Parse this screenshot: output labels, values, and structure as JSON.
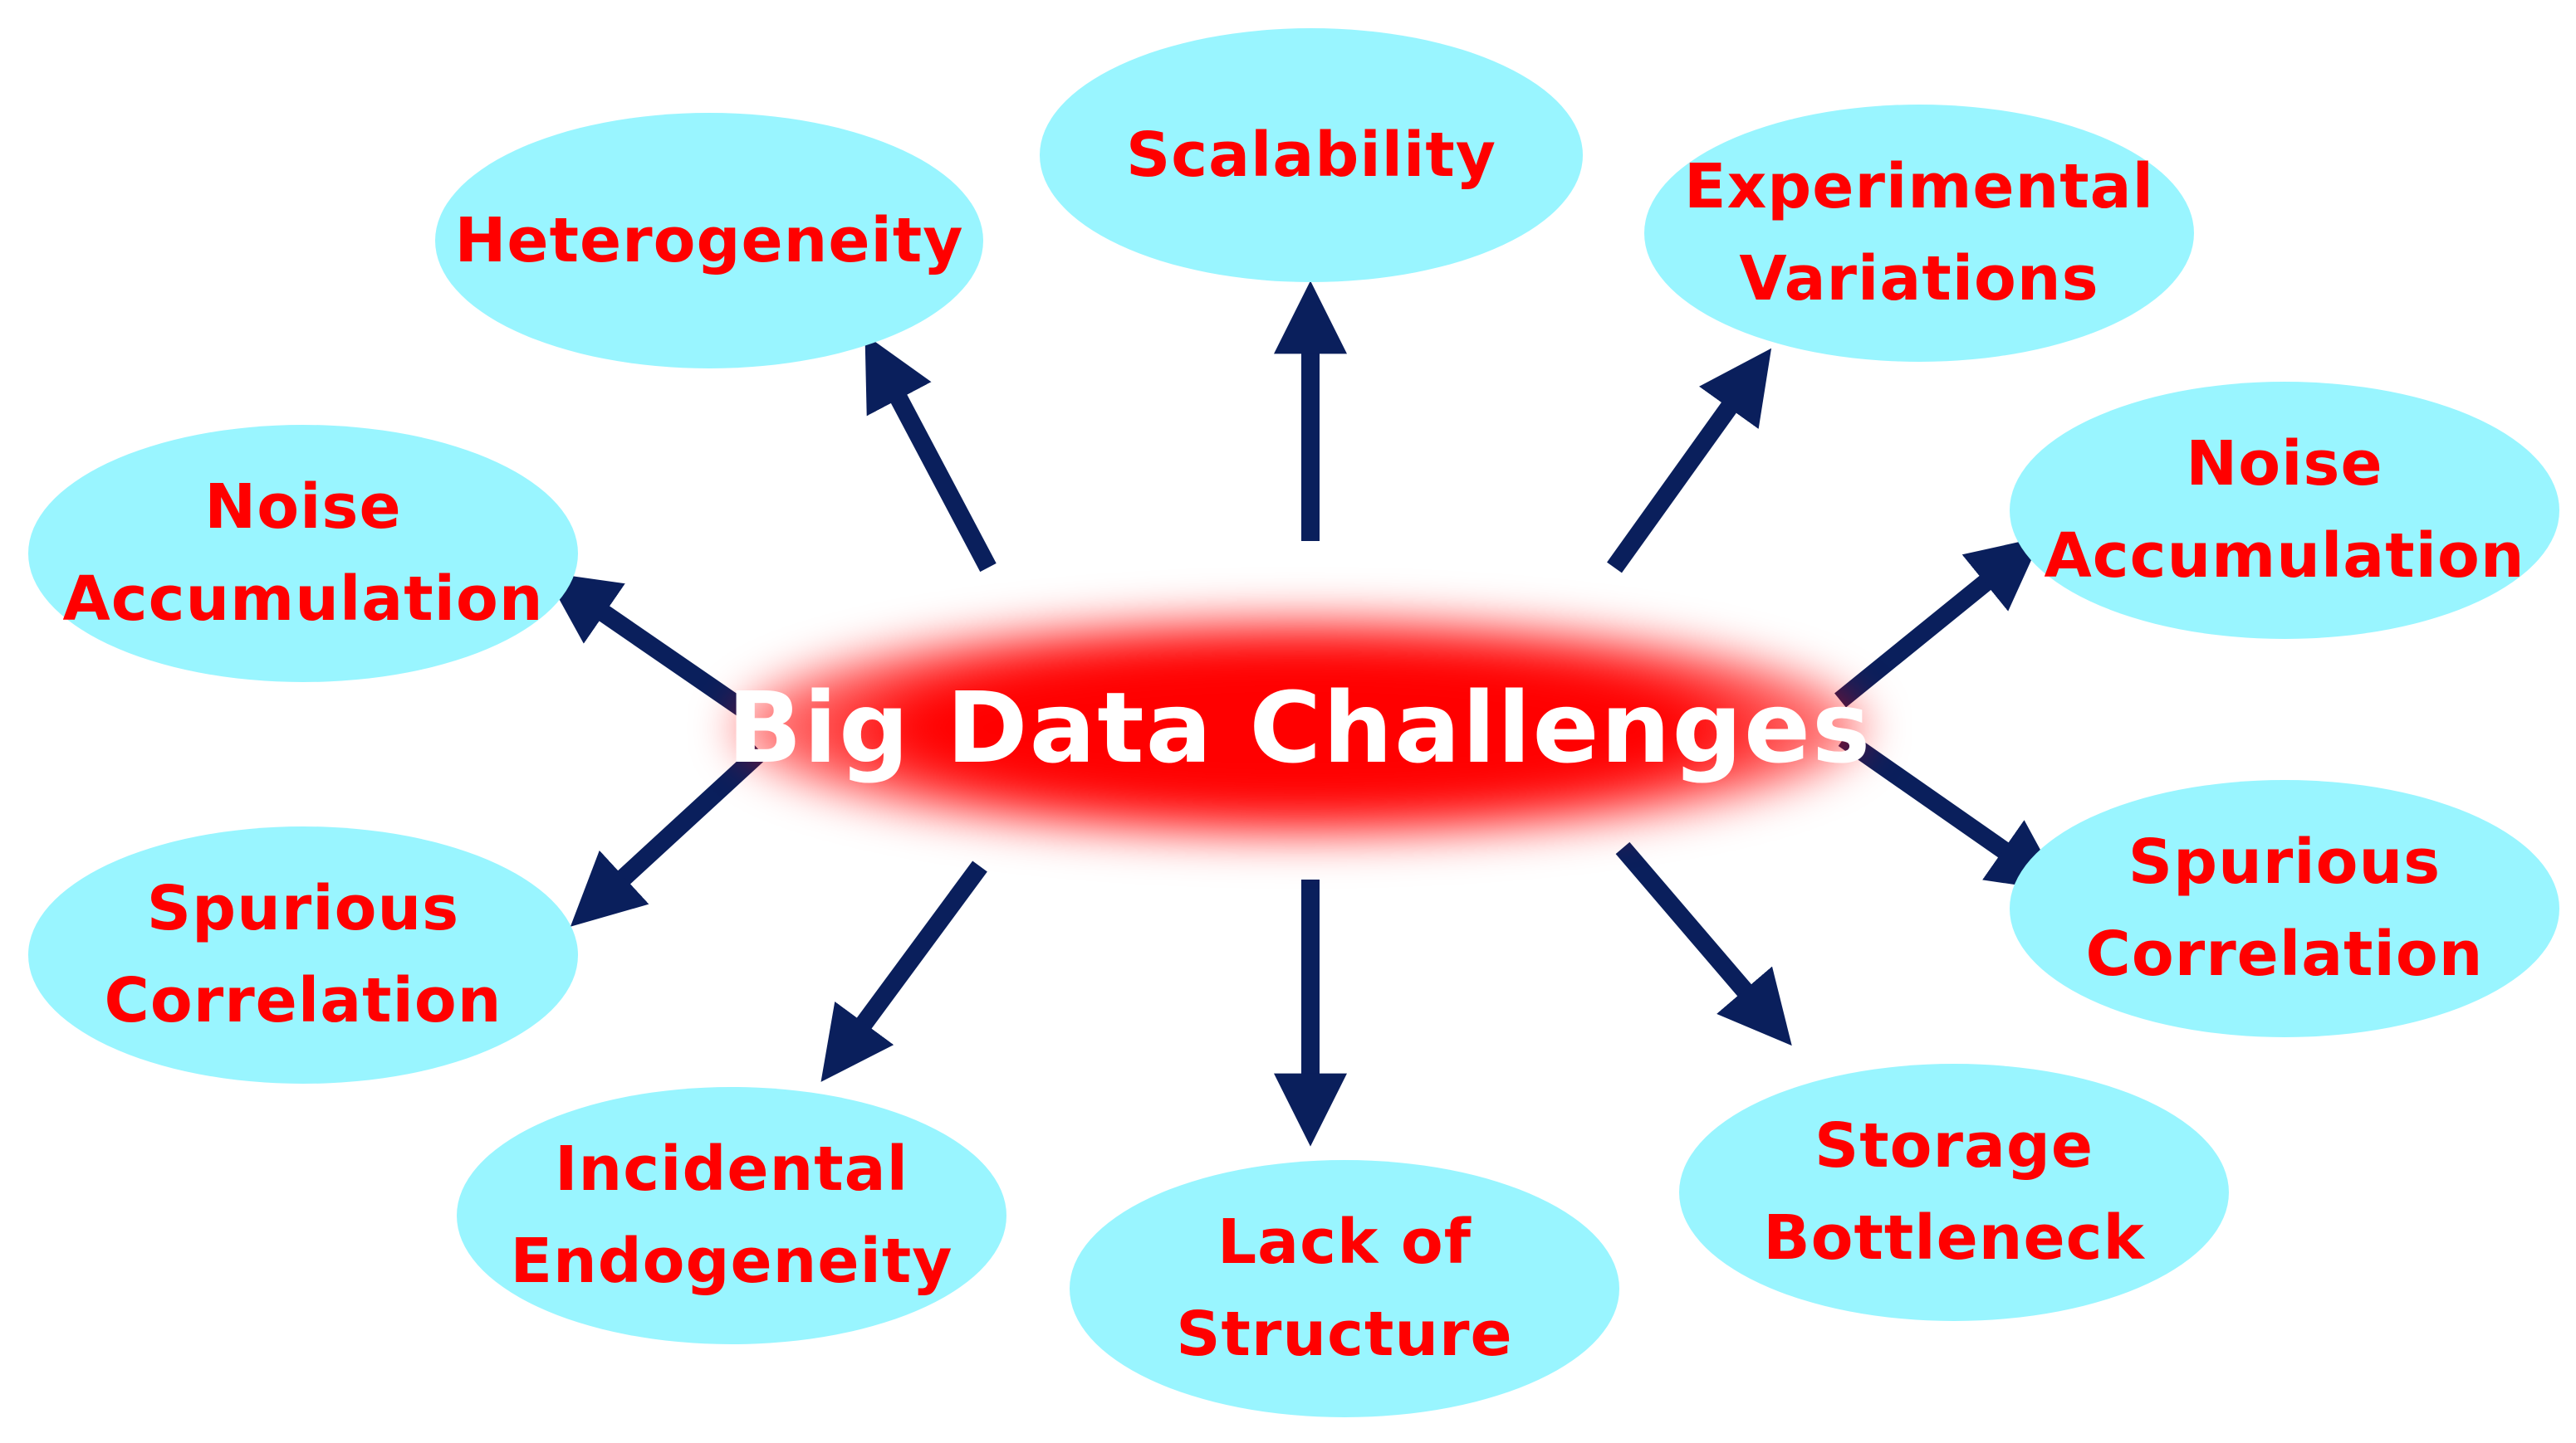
{
  "center": {
    "label": "Big Data Challenges",
    "glow_color": "#ff0000",
    "text_color": "#ffffff"
  },
  "colors": {
    "ellipse_fill": "#99f5ff",
    "ellipse_text": "#ff0000",
    "arrow": "#0a1f5c"
  },
  "nodes": [
    {
      "id": "heterogeneity",
      "label": "Heterogeneity"
    },
    {
      "id": "scalability",
      "label": "Scalability"
    },
    {
      "id": "experimental-variations",
      "label": "Experimental\nVariations"
    },
    {
      "id": "noise-accumulation-left",
      "label": "Noise\nAccumulation"
    },
    {
      "id": "noise-accumulation-right",
      "label": "Noise\nAccumulation"
    },
    {
      "id": "spurious-correlation-left",
      "label": "Spurious\nCorrelation"
    },
    {
      "id": "spurious-correlation-right",
      "label": "Spurious\nCorrelation"
    },
    {
      "id": "incidental-endogeneity",
      "label": "Incidental\nEndogeneity"
    },
    {
      "id": "lack-of-structure",
      "label": "Lack of\nStructure"
    },
    {
      "id": "storage-bottleneck",
      "label": "Storage\nBottleneck"
    }
  ]
}
